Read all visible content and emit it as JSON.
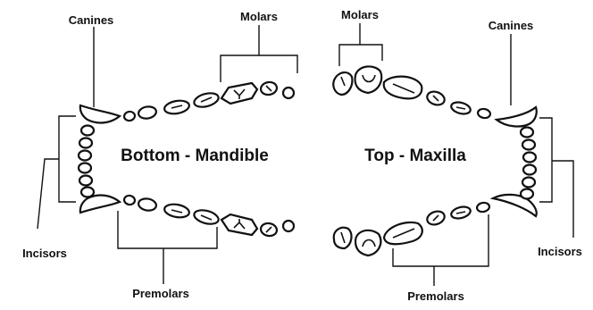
{
  "mandible": {
    "title": "Bottom - Mandible",
    "labels": {
      "canines": "Canines",
      "molars": "Molars",
      "incisors": "Incisors",
      "premolars": "Premolars"
    }
  },
  "maxilla": {
    "title": "Top - Maxilla",
    "labels": {
      "canines": "Canines",
      "molars": "Molars",
      "incisors": "Incisors",
      "premolars": "Premolars"
    }
  }
}
